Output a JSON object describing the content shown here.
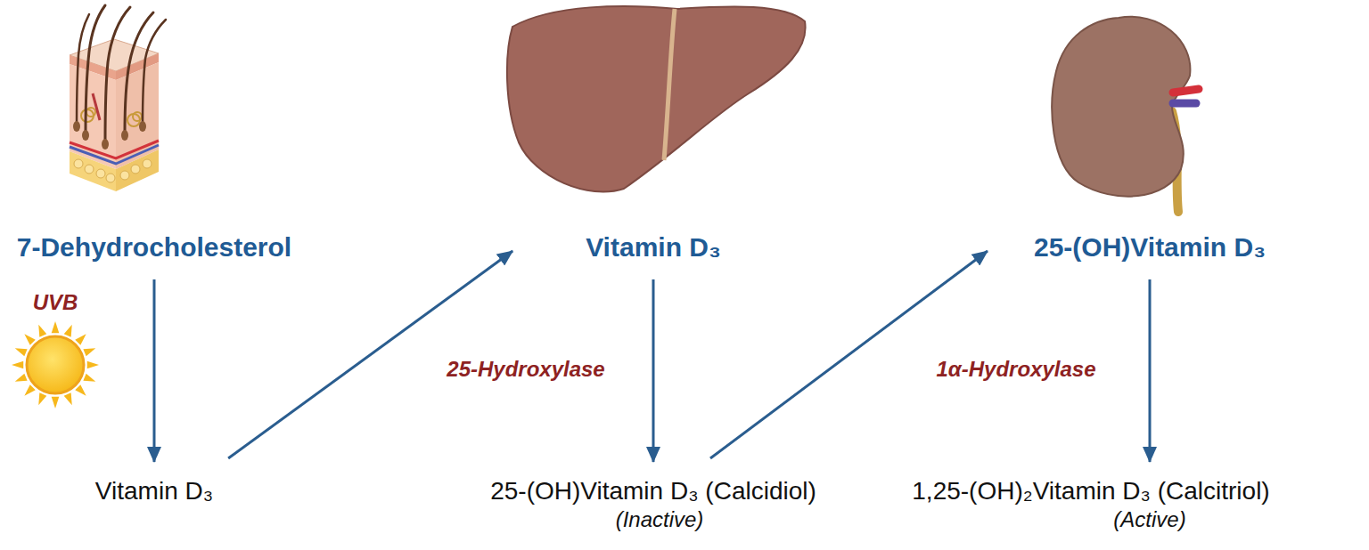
{
  "diagram": {
    "nodes": [
      {
        "text": [
          "7-Dehydrocholesterol"
        ]
      },
      {
        "text": [
          "Vitamin D₃"
        ]
      },
      {
        "text": [
          "Vitamin D₃"
        ]
      },
      {
        "text": [
          "25-(OH)Vitamin D₃ (Calcidiol)",
          "(Inactive)"
        ]
      },
      {
        "text": [
          "25-(OH)Vitamin D₃"
        ]
      },
      {
        "text": [
          "1,25-(OH)₂Vitamin D₃ (Calcitriol)",
          "(Active)"
        ]
      }
    ],
    "edges": [
      {
        "from": 0,
        "to": 1,
        "arrow": "to",
        "label": "UVB"
      },
      {
        "from": 1,
        "to": 2,
        "arrow": "to"
      },
      {
        "from": 2,
        "to": 3,
        "arrow": "to",
        "label": "25-Hydroxylase"
      },
      {
        "from": 3,
        "to": 4,
        "arrow": "to"
      },
      {
        "from": 4,
        "to": 5,
        "arrow": "to",
        "label": "1α-Hydroxylase"
      }
    ]
  }
}
